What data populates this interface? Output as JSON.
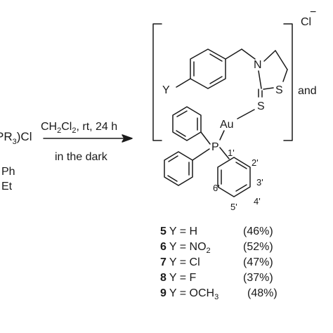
{
  "reactant_partial": {
    "line1": "PR",
    "line1_sub": "3",
    "line1_tail": ")Cl",
    "r1": "Ph",
    "r2": "Et"
  },
  "conditions": {
    "above": "CH2Cl2, rt, 24 h",
    "above_a": "CH",
    "above_sub1": "2",
    "above_b": "Cl",
    "above_sub2": "2",
    "above_c": ", rt, 24 h",
    "below": "in the dark"
  },
  "product": {
    "counterion": "Cl",
    "charge": "−",
    "conjunction": "and",
    "atoms": {
      "Y": "Y",
      "N": "N",
      "S_ring": "S",
      "S_thione": "S",
      "Au": "Au",
      "P": "P"
    },
    "positions": {
      "p1": "1'",
      "p2": "2'",
      "p3": "3'",
      "p4": "4'",
      "p5": "5'",
      "p6": "6'"
    }
  },
  "compounds": [
    {
      "num": "5",
      "y_prefix": "Y = H",
      "y_sub": "",
      "y_suffix": "",
      "yield": "(46%)"
    },
    {
      "num": "6",
      "y_prefix": "Y = NO",
      "y_sub": "2",
      "y_suffix": "",
      "yield": "(52%)"
    },
    {
      "num": "7",
      "y_prefix": "Y = Cl",
      "y_sub": "",
      "y_suffix": "",
      "yield": "(47%)"
    },
    {
      "num": "8",
      "y_prefix": "Y = F",
      "y_sub": "",
      "y_suffix": "",
      "yield": "(37%)"
    },
    {
      "num": "9",
      "y_prefix": "Y = OCH",
      "y_sub": "3",
      "y_suffix": "",
      "yield": "(48%)"
    }
  ]
}
